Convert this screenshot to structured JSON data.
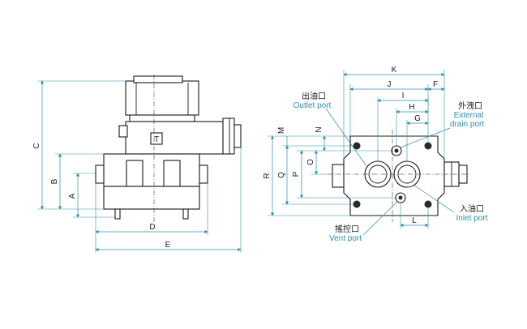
{
  "dimensions": {
    "A": "A",
    "B": "B",
    "C": "C",
    "D": "D",
    "E": "E",
    "F": "F",
    "G": "G",
    "H": "H",
    "I": "I",
    "J": "J",
    "K": "K",
    "L": "L",
    "M": "M",
    "N": "N",
    "O": "O",
    "P": "P",
    "Q": "Q",
    "R": "R"
  },
  "solenoid_mark": "T",
  "ports": {
    "outlet": {
      "cn": "出油口",
      "en": "Outlet port"
    },
    "external_drain": {
      "cn": "外洩口",
      "en_line1": "External",
      "en_line2": "drain port"
    },
    "inlet": {
      "cn": "入油口",
      "en": "Inlet port"
    },
    "vent": {
      "cn": "搖控口",
      "en": "Vent port"
    }
  },
  "colors": {
    "line": "#1a1a1a",
    "dimension": "#2c8fae"
  }
}
